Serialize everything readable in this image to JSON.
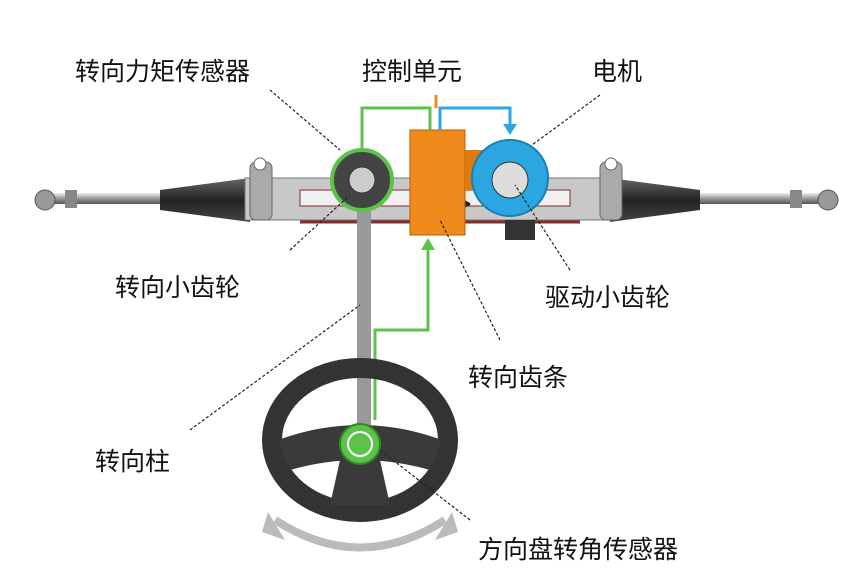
{
  "labels": {
    "torque_sensor": "转向力矩传感器",
    "control_unit": "控制单元",
    "motor": "电机",
    "steering_pinion": "转向小齿轮",
    "drive_pinion": "驱动小齿轮",
    "steering_rack": "转向齿条",
    "steering_column": "转向柱",
    "angle_sensor": "方向盘转角传感器"
  },
  "colors": {
    "signal_green": "#5cc24a",
    "motor_blue": "#2aa7e0",
    "control_orange": "#f08a1c"
  }
}
